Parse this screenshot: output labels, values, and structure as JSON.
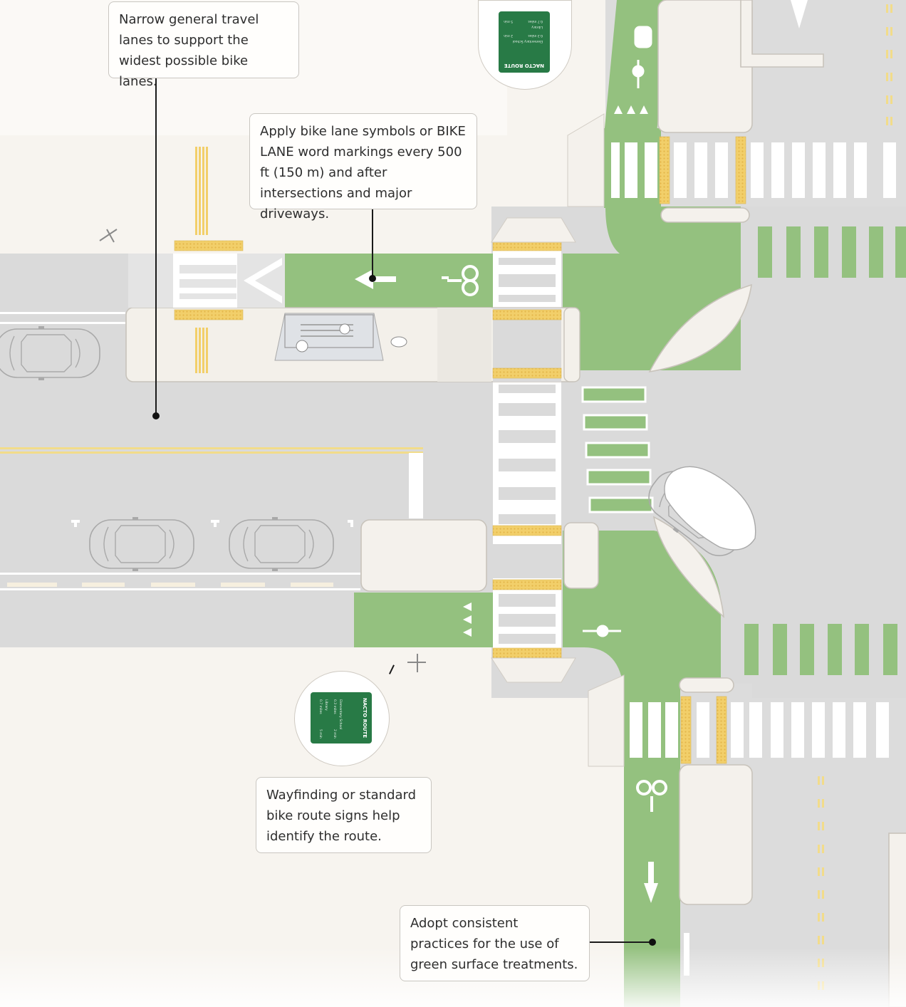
{
  "callouts": {
    "narrow_lanes": "Narrow general travel lanes to support the widest possible bike lanes.",
    "bike_symbols": "Apply bike lane symbols or BIKE LANE word markings every 500 ft (150 m) and after intersections and major driveways.",
    "wayfinding": "Wayfinding or standard bike route signs help identify the route.",
    "green_surface": "Adopt consistent practices for the use of green surface treatments."
  },
  "signs": {
    "route_title": "NACTO ROUTE",
    "line1_dest": "Elementary School",
    "line1_dist": "0.3 miles",
    "line1_time": "2 min",
    "line2_dest": "Library",
    "line2_dist": "0.7 miles",
    "line2_time": "5 min"
  },
  "colors": {
    "bike_lane_green": "#94c17f",
    "roadway": "#d9d9d9",
    "sidewalk": "#f7f4ef",
    "tactile_yellow": "#f2cf6a",
    "sign_green": "#287a46"
  },
  "icons": [
    "bicycle-symbol-icon",
    "lane-arrow-icon",
    "car-icon",
    "cyclist-icon",
    "bike-route-sign-icon",
    "pedestrian-icon"
  ]
}
